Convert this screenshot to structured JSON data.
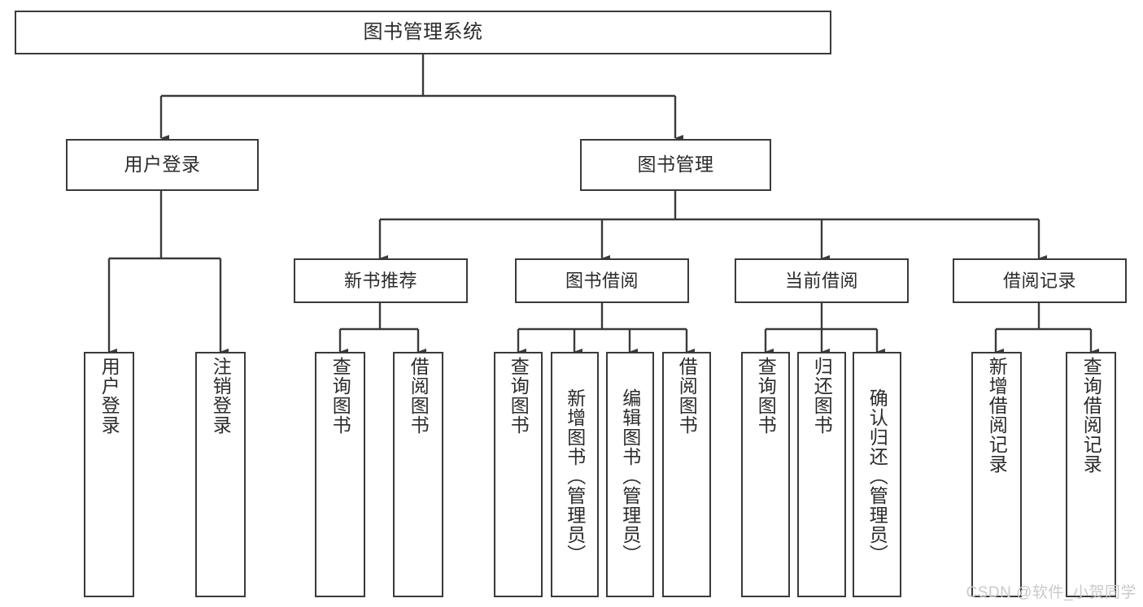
{
  "diagram": {
    "title": "图书管理系统",
    "type": "tree-hierarchy-chart",
    "colors": {
      "box_border": "#3a3a3a",
      "box_fill": "#ffffff",
      "connector": "#3a3a3a",
      "text": "#2b2b2b",
      "watermark": "#c9c9c9",
      "background": "#ffffff"
    },
    "root": {
      "label": "图书管理系统"
    },
    "level2": [
      {
        "label": "用户登录"
      },
      {
        "label": "图书管理"
      }
    ],
    "level3": [
      {
        "label": "新书推荐"
      },
      {
        "label": "图书借阅"
      },
      {
        "label": "当前借阅"
      },
      {
        "label": "借阅记录"
      }
    ],
    "leaves": {
      "user_login": [
        {
          "label": "用户登录"
        },
        {
          "label": "注销登录"
        }
      ],
      "new_book_recommend": [
        {
          "label": "查询图书"
        },
        {
          "label": "借阅图书"
        }
      ],
      "book_borrow": [
        {
          "label": "查询图书"
        },
        {
          "label": "新增图书（管理员）"
        },
        {
          "label": "编辑图书（管理员）"
        },
        {
          "label": "借阅图书"
        }
      ],
      "current_borrow": [
        {
          "label": "查询图书"
        },
        {
          "label": "归还图书"
        },
        {
          "label": "确认归还（管理员）"
        }
      ],
      "borrow_record": [
        {
          "label": "新增借阅记录"
        },
        {
          "label": "查询借阅记录"
        }
      ]
    }
  },
  "watermark": {
    "text": "CSDN @软件_小贺同学"
  }
}
